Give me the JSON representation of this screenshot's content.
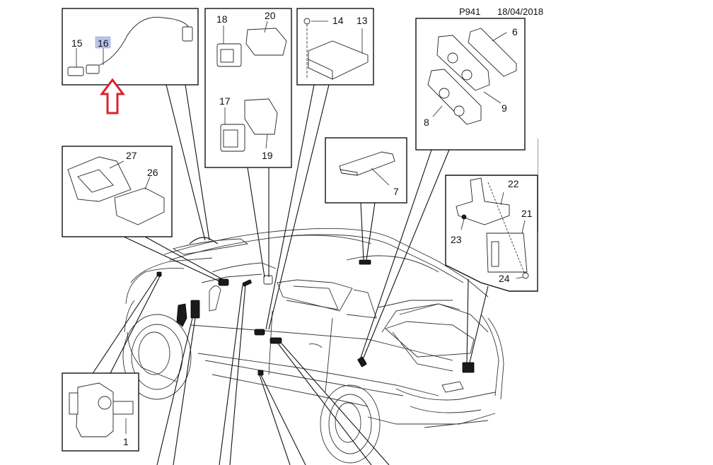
{
  "header": {
    "page_code": "P941",
    "date": "18/04/2018"
  },
  "highlight": {
    "callout": "16",
    "highlight_color": "#b8c6e8",
    "arrow_color": "#d9232e",
    "arrow_direction": "up"
  },
  "insets": [
    {
      "id": "inset-harness",
      "callouts": [
        "15",
        "16"
      ],
      "description": "wiring harness with connectors"
    },
    {
      "id": "inset-modules-17-20",
      "callouts": [
        "18",
        "20",
        "17",
        "19"
      ],
      "description": "control modules and brackets"
    },
    {
      "id": "inset-module-13-14",
      "callouts": [
        "14",
        "13"
      ],
      "description": "module with bolt"
    },
    {
      "id": "inset-switches",
      "callouts": [
        "6",
        "9",
        "8"
      ],
      "description": "switch panels and module"
    },
    {
      "id": "inset-bracket-26-27",
      "callouts": [
        "27",
        "26"
      ],
      "description": "tray bracket and module"
    },
    {
      "id": "inset-key-module",
      "callouts": [
        "7"
      ],
      "description": "key / antenna module"
    },
    {
      "id": "inset-rear-module",
      "callouts": [
        "22",
        "21",
        "23",
        "24"
      ],
      "description": "rear module with bracket"
    },
    {
      "id": "inset-sensor",
      "callouts": [
        "1"
      ],
      "description": "sensor with connector"
    }
  ],
  "labels": {
    "c1": "1",
    "c6": "6",
    "c7": "7",
    "c8": "8",
    "c9": "9",
    "c13": "13",
    "c14": "14",
    "c15": "15",
    "c16": "16",
    "c17": "17",
    "c18": "18",
    "c19": "19",
    "c20": "20",
    "c21": "21",
    "c22": "22",
    "c23": "23",
    "c24": "24",
    "c26": "26",
    "c27": "27"
  }
}
